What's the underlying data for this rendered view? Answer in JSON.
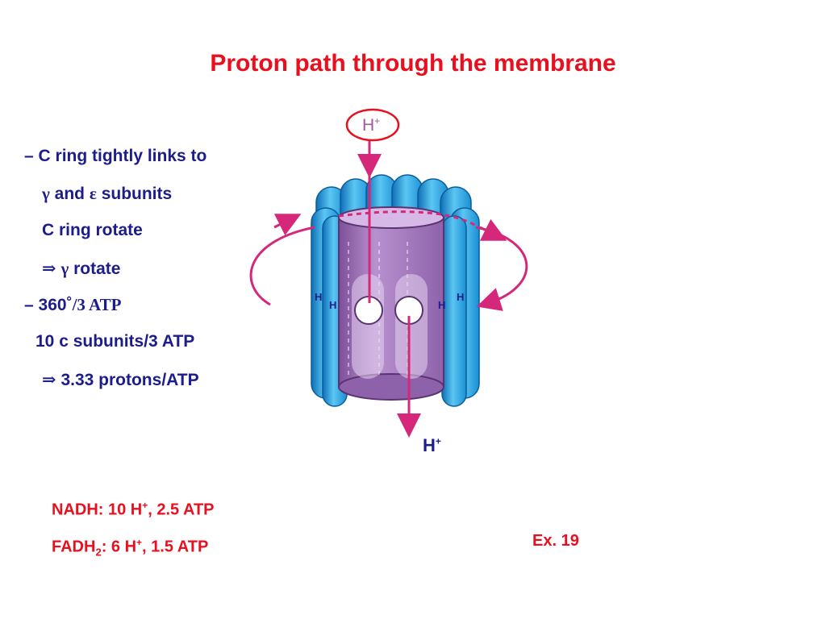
{
  "title": "Proton path through the membrane",
  "bullets": {
    "b1_dash": "–",
    "b1_text": "C ring tightly links to",
    "b2_gamma": "γ",
    "b2_and": "and",
    "b2_eps": "ε",
    "b2_rest": "subunits",
    "b3_text": "C ring rotate",
    "b4_arrow": "⇒",
    "b4_gamma": "γ",
    "b4_rest": "rotate",
    "b5_dash": "–",
    "b5_num": "360˚",
    "b5_rest": "/3 ATP",
    "b6_text": "10 c subunits/3 ATP",
    "b7_arrow": "⇒",
    "b7_rest": "3.33 protons/ATP"
  },
  "notes": {
    "nadh_prefix": "NADH: 10 H",
    "nadh_sup": "+",
    "nadh_suffix": ", 2.5 ATP",
    "fadh_prefix": "FADH",
    "fadh_sub": "2",
    "fadh_mid": ": 6 H",
    "fadh_sup": "+",
    "fadh_suffix": ", 1.5 ATP"
  },
  "example_label": "Ex. 19",
  "diagram": {
    "top_label": "H",
    "top_sup": "+",
    "bottom_label": "H",
    "bottom_sup": "+",
    "subunit_h": "H"
  },
  "colors": {
    "title": "#e8101e",
    "text": "#1c1c8c",
    "c_subunit": "#29a8e0",
    "c_subunit_dark": "#0d6fb8",
    "gamma_cylinder": "#a87ac0",
    "arrow": "#d6287a"
  }
}
